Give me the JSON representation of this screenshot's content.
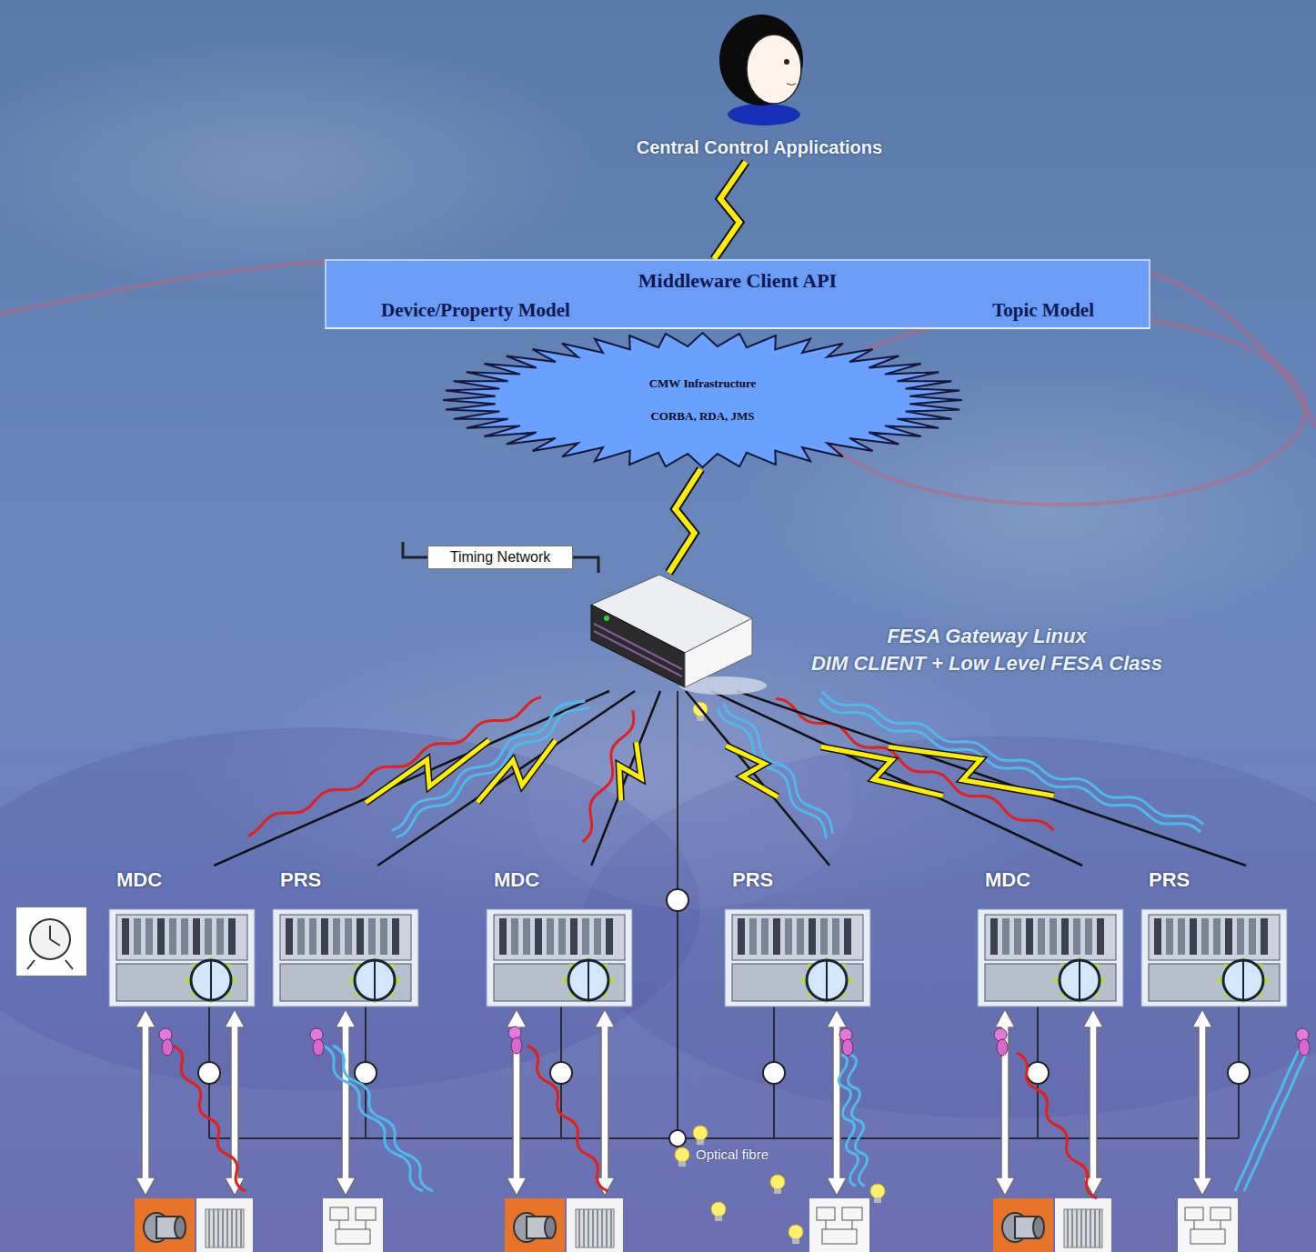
{
  "diagram": {
    "nodes": [
      {
        "text": [
          "Central Control Applications"
        ]
      },
      {
        "text": [
          "Middleware Client API",
          "Device/Property Model",
          "Topic Model"
        ]
      },
      {
        "text": [
          "CMW Infrastructure",
          "CORBA, RDA, JMS"
        ]
      },
      {
        "text": [
          "Timing Network"
        ]
      },
      {
        "text": [
          "FESA Gateway Linux",
          "DIM CLIENT + Low Level FESA Class"
        ]
      },
      {
        "text": [
          "MDC"
        ]
      },
      {
        "text": [
          "PRS"
        ]
      },
      {
        "text": [
          "MDC"
        ]
      },
      {
        "text": [
          "PRS"
        ]
      },
      {
        "text": [
          "MDC"
        ]
      },
      {
        "text": [
          "PRS"
        ]
      }
    ],
    "edges": [
      {
        "from": 0,
        "to": 1,
        "arrow": "none"
      },
      {
        "from": 2,
        "to": 4,
        "arrow": "none"
      },
      {
        "from": 3,
        "to": 4,
        "arrow": "none"
      },
      {
        "from": 4,
        "to": 5,
        "arrow": "none"
      },
      {
        "from": 4,
        "to": 6,
        "arrow": "none"
      },
      {
        "from": 4,
        "to": 7,
        "arrow": "none"
      },
      {
        "from": 4,
        "to": 8,
        "arrow": "none"
      },
      {
        "from": 4,
        "to": 9,
        "arrow": "none"
      },
      {
        "from": 4,
        "to": 10,
        "arrow": "none"
      }
    ],
    "labels": [
      "Optical fibre"
    ]
  }
}
